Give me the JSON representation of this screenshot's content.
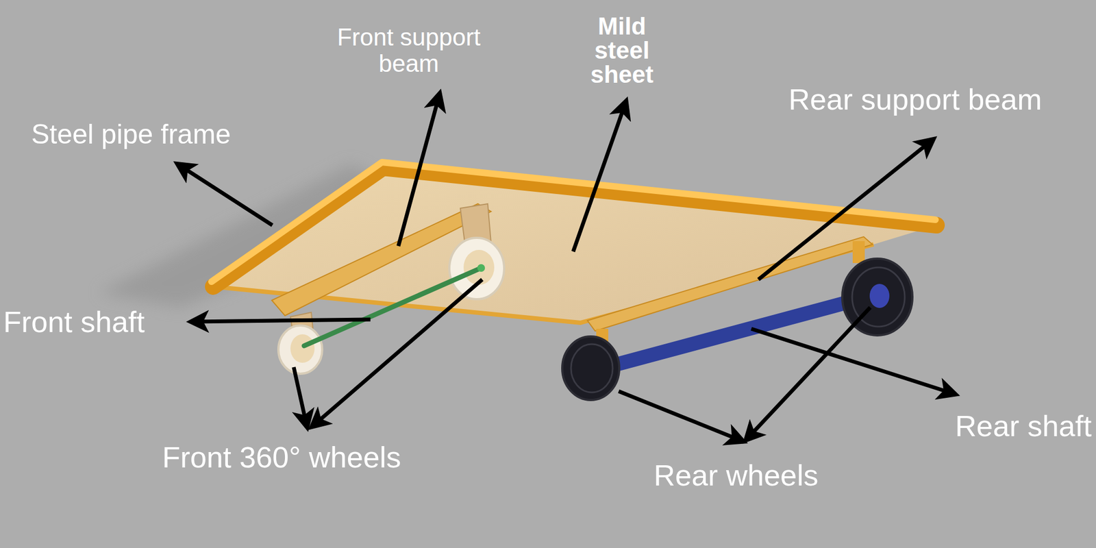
{
  "diagram": {
    "labels": [
      "Front support beam",
      "Mild steel sheet",
      "Steel pipe frame",
      "Rear support beam",
      "Front shaft",
      "Front 360° wheels",
      "Rear wheels",
      "Rear shaft"
    ]
  }
}
